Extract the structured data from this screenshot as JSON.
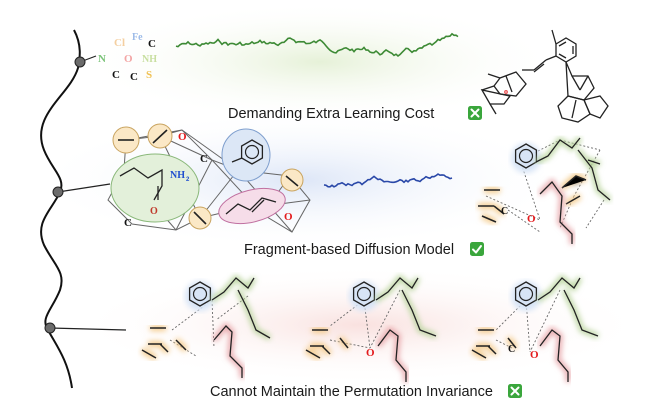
{
  "captions": {
    "top": "Demanding Extra Learning Cost",
    "middle": "Fragment-based Diffusion Model",
    "bottom": "Cannot Maintain the Permutation Invariance"
  },
  "badges": {
    "top": "cross-mark-badge",
    "middle": "check-mark-badge",
    "bottom": "cross-mark-badge"
  },
  "atoms": {
    "top": [
      {
        "label": "N",
        "color": "#7cc47a"
      },
      {
        "label": "Cl",
        "color": "#f4cfa0"
      },
      {
        "label": "Fe",
        "color": "#9dbbe8"
      },
      {
        "label": "C",
        "color": "#111111"
      },
      {
        "label": "O",
        "color": "#f3a5a5"
      },
      {
        "label": "NH",
        "color": "#c8dfa0"
      },
      {
        "label": "C",
        "color": "#111111"
      },
      {
        "label": "C",
        "color": "#111111"
      },
      {
        "label": "S",
        "color": "#f0c050"
      }
    ],
    "middle": [
      {
        "label": "O",
        "color": "#e31a1c"
      },
      {
        "label": "C",
        "color": "#111111"
      },
      {
        "label": "NH",
        "color": "#1f4fcf"
      },
      {
        "label": "O",
        "color": "#c0392b"
      },
      {
        "label": "C",
        "color": "#111111"
      },
      {
        "label": "O",
        "color": "#e31a1c"
      },
      {
        "label": "C",
        "color": "#111111"
      },
      {
        "label": "O",
        "color": "#e31a1c"
      }
    ],
    "bottom": [
      {
        "label": "O",
        "color": "#e31a1c"
      },
      {
        "label": "C",
        "color": "#111111"
      },
      {
        "label": "O",
        "color": "#e31a1c"
      }
    ]
  },
  "colors": {
    "top_glow": "#e6f1d8",
    "middle_glow": "#dde6f7",
    "bottom_glow": "#f9e1df",
    "top_noise": "#3d8a35",
    "middle_noise": "#2a48a8",
    "benzene": "#9fbadf",
    "fragment_green": "#b7d39a",
    "fragment_orange": "#f4cb8a",
    "fragment_pink": "#e6a2a6"
  }
}
